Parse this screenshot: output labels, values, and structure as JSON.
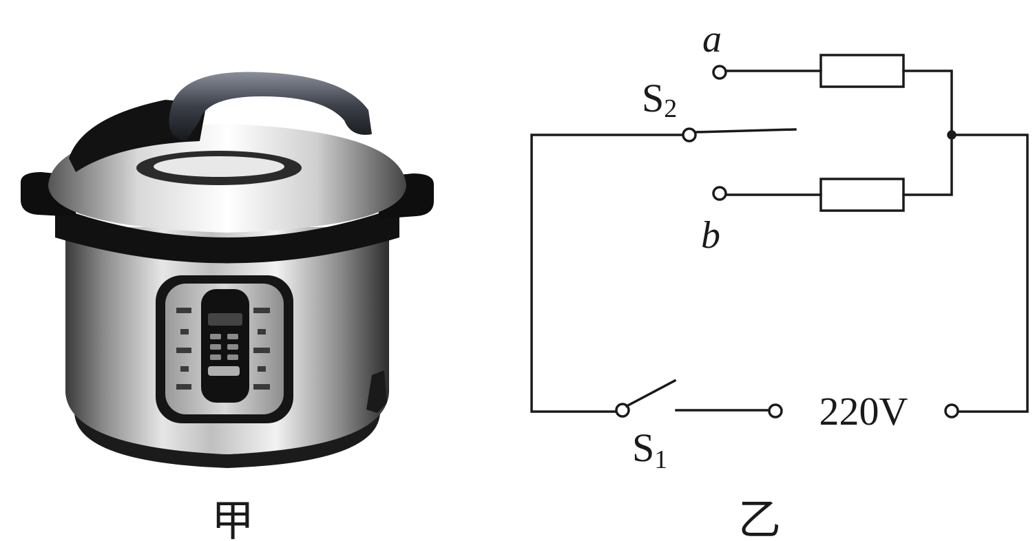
{
  "figures": {
    "left_caption": "甲",
    "right_caption": "乙"
  },
  "circuit": {
    "terminal_a": "a",
    "terminal_b": "b",
    "switch2": {
      "letter": "S",
      "subscript": "2"
    },
    "switch1": {
      "letter": "S",
      "subscript": "1"
    },
    "source": "220V"
  }
}
